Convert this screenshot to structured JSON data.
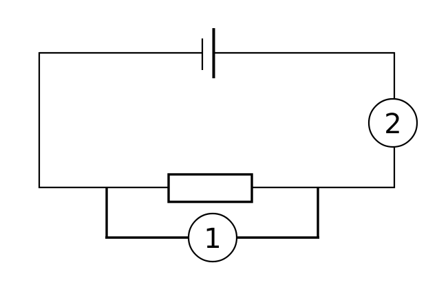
{
  "diagram": {
    "meters": [
      {
        "id": "meter-1",
        "label": "1"
      },
      {
        "id": "meter-2",
        "label": "2"
      }
    ],
    "colors": {
      "stroke": "#000000",
      "background": "#ffffff"
    }
  }
}
